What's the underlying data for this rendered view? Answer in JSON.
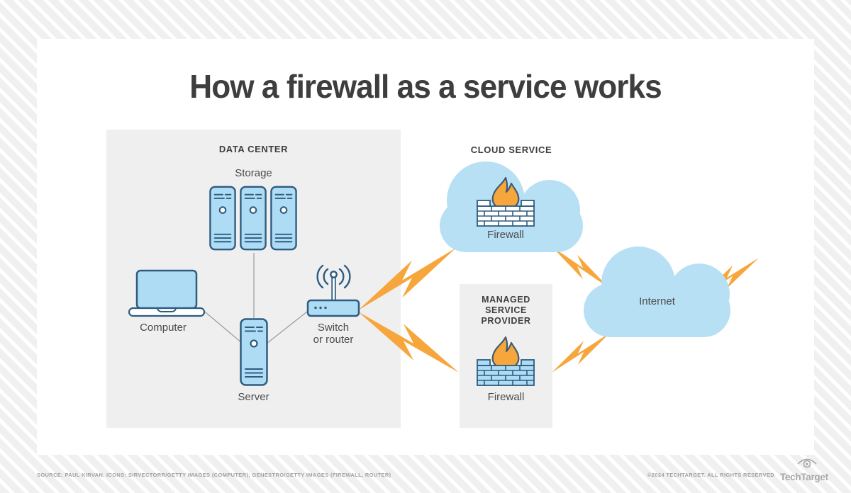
{
  "title": "How a firewall as a service works",
  "data_center": {
    "label": "DATA CENTER",
    "storage_label": "Storage",
    "computer_label": "Computer",
    "server_label": "Server",
    "switch_line1": "Switch",
    "switch_line2": "or router"
  },
  "cloud_service": {
    "label": "CLOUD SERVICE",
    "firewall_label": "Firewall"
  },
  "msp": {
    "lines": [
      "MANAGED",
      "SERVICE",
      "PROVIDER"
    ],
    "firewall_label": "Firewall"
  },
  "internet": {
    "label": "Internet"
  },
  "footer": {
    "source": "SOURCE: PAUL KIRVAN. ICONS: SIRVECTORR/GETTY IMAGES (COMPUTER); GENESTRO/GETTY IMAGES (FIREWALL, ROUTER)",
    "copyright": "©2024 TECHTARGET. ALL RIGHTS RESERVED",
    "brand": "TechTarget"
  },
  "icons": {
    "storage": "server-rack-icon",
    "computer": "laptop-icon",
    "server": "server-tower-icon",
    "switch": "wireless-router-icon",
    "firewall": "brick-wall-flame-icon",
    "cloud": "cloud-shape",
    "connection": "lightning-bolt-icon",
    "brand": "techtarget-eye-icon"
  },
  "colors": {
    "blue_fill": "#aedcf5",
    "blue_stroke": "#2d5c80",
    "cloud_fill": "#b7e0f4",
    "orange": "#f7a63b",
    "box_gray": "#f0eff0",
    "ink": "#3e3e3e",
    "label_gray": "#4b4b4b",
    "footer_gray": "#a0a0a0"
  }
}
